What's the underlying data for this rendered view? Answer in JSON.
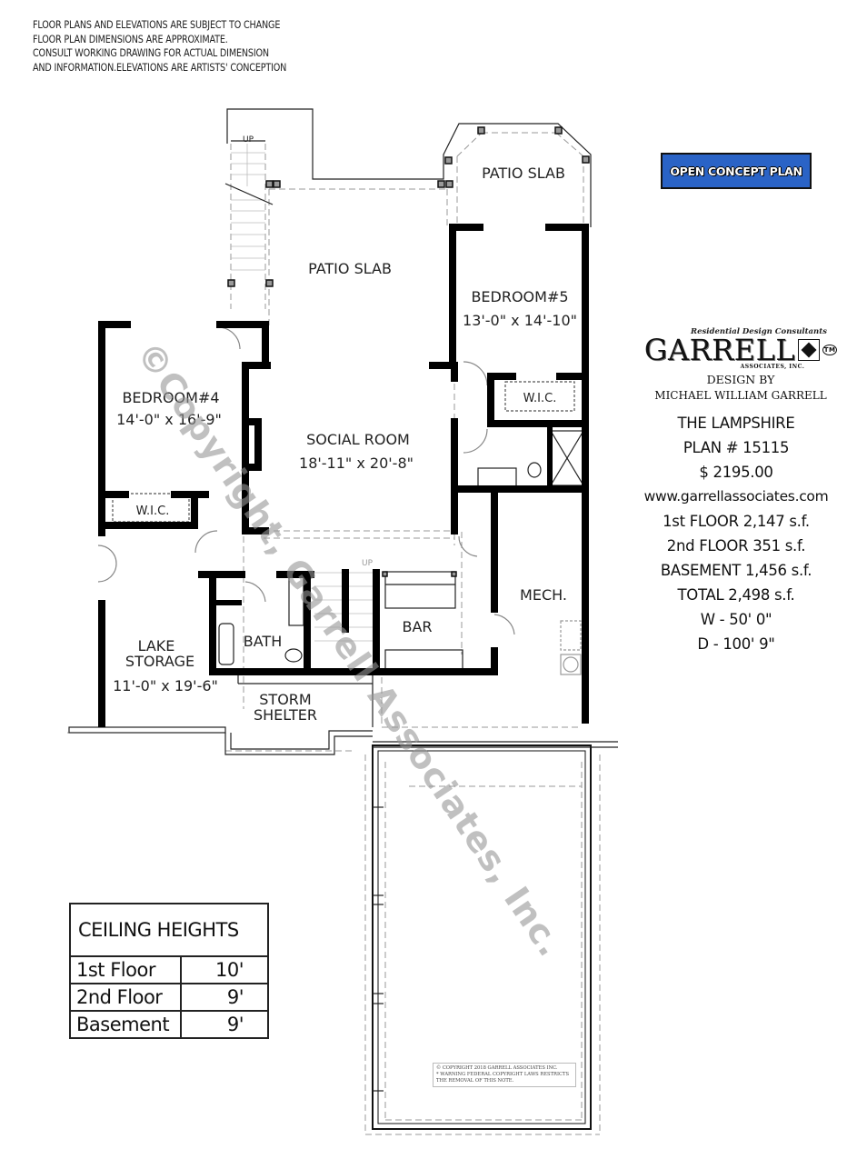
{
  "disclaimer": {
    "lines": [
      "FLOOR PLANS AND ELEVATIONS ARE SUBJECT TO CHANGE",
      "FLOOR PLAN DIMENSIONS ARE APPROXIMATE.",
      "CONSULT WORKING DRAWING FOR ACTUAL DIMENSION",
      "AND INFORMATION.ELEVATIONS ARE ARTISTS' CONCEPTION"
    ]
  },
  "cta": {
    "label": "OPEN CONCEPT PLAN",
    "color": "#2a63c6"
  },
  "logo": {
    "tagline": "Residential Design Consultants",
    "brand": "GARRELL",
    "trademark": "TM",
    "subtitle": "ASSOCIATES, INC.",
    "design_by": "DESIGN BY",
    "designer": "MICHAEL WILLIAM GARRELL"
  },
  "plan_info": {
    "name": "THE LAMPSHIRE",
    "plan_number": "PLAN #  15115",
    "price": "$ 2195.00",
    "website": "www.garrellassociates.com",
    "first_floor": "1st FLOOR  2,147 s.f.",
    "second_floor": "2nd FLOOR  351 s.f.",
    "basement": "BASEMENT  1,456 s.f.",
    "total": "TOTAL  2,498 s.f.",
    "width": "W - 50' 0\"",
    "depth": "D - 100' 9\""
  },
  "rooms": {
    "patio_slab_1": {
      "name": "PATIO  SLAB"
    },
    "patio_slab_2": {
      "name": "PATIO  SLAB"
    },
    "stair_up": {
      "name": "UP"
    },
    "bedroom5": {
      "name": "BEDROOM#5",
      "dims": "13'-0\" x 14'-10\""
    },
    "wic5": {
      "name": "W.I.C."
    },
    "bedroom4": {
      "name": "BEDROOM#4",
      "dims": "14'-0\" x 16'-9\""
    },
    "wic4": {
      "name": "W.I.C."
    },
    "social": {
      "name": "SOCIAL  ROOM",
      "dims": "18'-11\" x 20'-8\""
    },
    "mech": {
      "name": "MECH."
    },
    "bar": {
      "name": "BAR"
    },
    "bath": {
      "name": "BATH"
    },
    "inner_stair_up": {
      "name": "UP"
    },
    "lake_storage": {
      "name_line1": "LAKE",
      "name_line2": "STORAGE",
      "dims": "11'-0\" x 19'-6\""
    },
    "storm_shelter": {
      "name_line1": "STORM",
      "name_line2": "SHELTER"
    }
  },
  "ceiling_heights": {
    "title": "CEILING HEIGHTS",
    "rows": [
      {
        "floor": "1st Floor",
        "height": "10'"
      },
      {
        "floor": "2nd Floor",
        "height": "9'"
      },
      {
        "floor": "Basement",
        "height": "9'"
      }
    ]
  },
  "copyright_note": {
    "line1": "© COPYRIGHT 2018 GARRELL ASSOCIATES INC.",
    "line2": "* WARNING FEDERAL COPYRIGHT LAWS RESTRICTS",
    "line3": "THE REMOVAL OF THIS NOTE."
  },
  "watermark": "©Copyright, Garrell Associates, Inc."
}
